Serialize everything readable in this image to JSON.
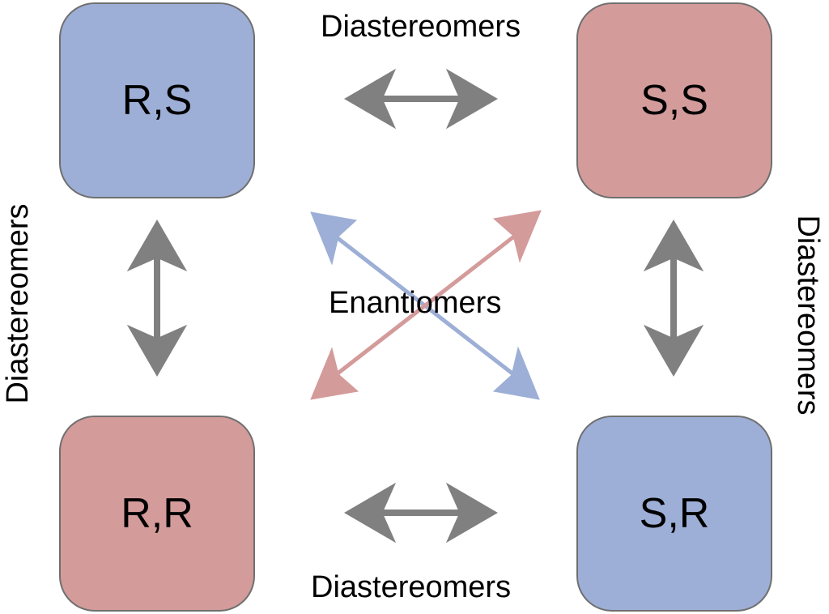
{
  "colors": {
    "blue": "#9dafd6",
    "red": "#d49b9b",
    "gray_arrow": "#7f807f",
    "blue_arrow": "#9dafd6",
    "red_arrow": "#d49b9b"
  },
  "boxes": {
    "top_left": "R,S",
    "top_right": "S,S",
    "bottom_left": "R,R",
    "bottom_right": "S,R"
  },
  "labels": {
    "top": "Diastereomers",
    "bottom": "Diastereomers",
    "left": "Diastereomers",
    "right": "Diastereomers",
    "center": "Enantiomers"
  }
}
